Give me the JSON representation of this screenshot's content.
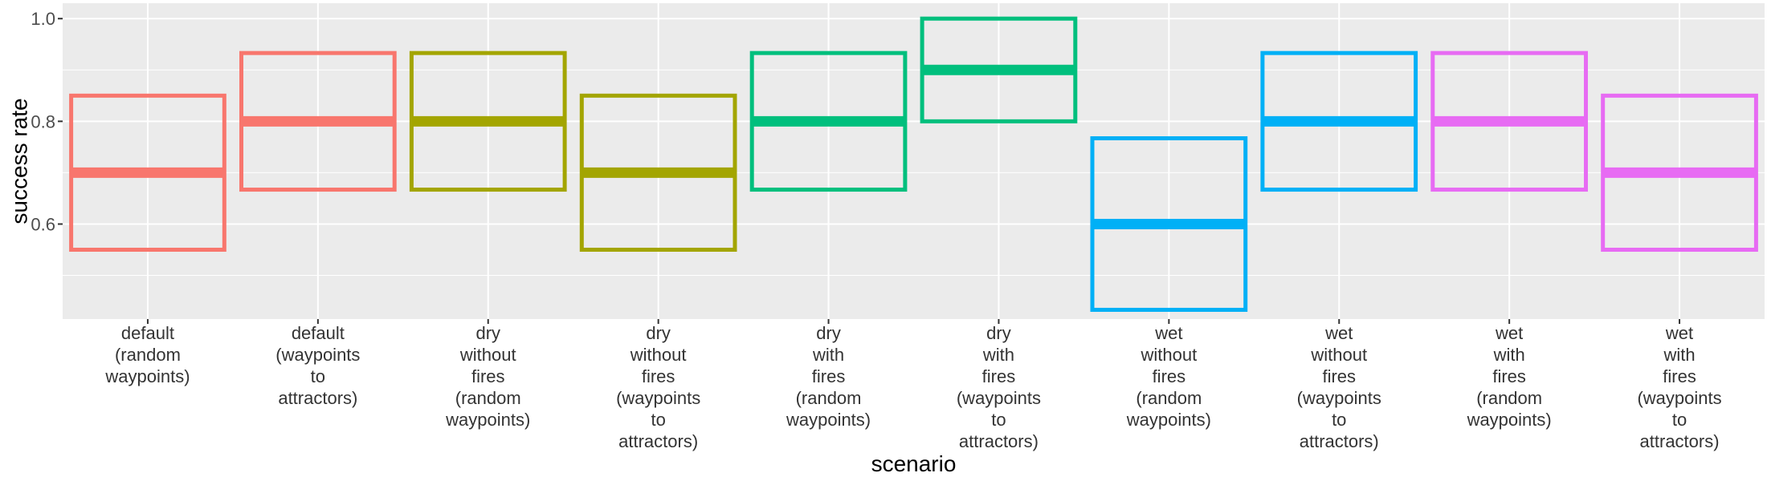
{
  "chart_data": {
    "type": "boxplot",
    "xlabel": "scenario",
    "ylabel": "success rate",
    "ylim": [
      0.415,
      1.03
    ],
    "y_ticks": [
      0.6,
      0.8,
      1.0
    ],
    "y_tick_labels": [
      "0.6",
      "0.8",
      "1.0"
    ],
    "grid": true,
    "legend": "none",
    "categories": [
      [
        "default",
        "(random",
        "waypoints)"
      ],
      [
        "default",
        "(waypoints",
        "to",
        "attractors)"
      ],
      [
        "dry",
        "without",
        "fires",
        "(random",
        "waypoints)"
      ],
      [
        "dry",
        "without",
        "fires",
        "(waypoints",
        "to",
        "attractors)"
      ],
      [
        "dry",
        "with",
        "fires",
        "(random",
        "waypoints)"
      ],
      [
        "dry",
        "with",
        "fires",
        "(waypoints",
        "to",
        "attractors)"
      ],
      [
        "wet",
        "without",
        "fires",
        "(random",
        "waypoints)"
      ],
      [
        "wet",
        "without",
        "fires",
        "(waypoints",
        "to",
        "attractors)"
      ],
      [
        "wet",
        "with",
        "fires",
        "(random",
        "waypoints)"
      ],
      [
        "wet",
        "with",
        "fires",
        "(waypoints",
        "to",
        "attractors)"
      ]
    ],
    "boxes": [
      {
        "q1": 0.55,
        "median": 0.7,
        "q3": 0.85,
        "color": "#F8766D"
      },
      {
        "q1": 0.667,
        "median": 0.8,
        "q3": 0.933,
        "color": "#F8766D"
      },
      {
        "q1": 0.667,
        "median": 0.8,
        "q3": 0.933,
        "color": "#A3A500"
      },
      {
        "q1": 0.55,
        "median": 0.7,
        "q3": 0.85,
        "color": "#A3A500"
      },
      {
        "q1": 0.667,
        "median": 0.8,
        "q3": 0.933,
        "color": "#00BF7D"
      },
      {
        "q1": 0.8,
        "median": 0.9,
        "q3": 1.0,
        "color": "#00BF7D"
      },
      {
        "q1": 0.433,
        "median": 0.6,
        "q3": 0.767,
        "color": "#00B0F6"
      },
      {
        "q1": 0.667,
        "median": 0.8,
        "q3": 0.933,
        "color": "#00B0F6"
      },
      {
        "q1": 0.667,
        "median": 0.8,
        "q3": 0.933,
        "color": "#E76BF3"
      },
      {
        "q1": 0.55,
        "median": 0.7,
        "q3": 0.85,
        "color": "#E76BF3"
      }
    ]
  }
}
